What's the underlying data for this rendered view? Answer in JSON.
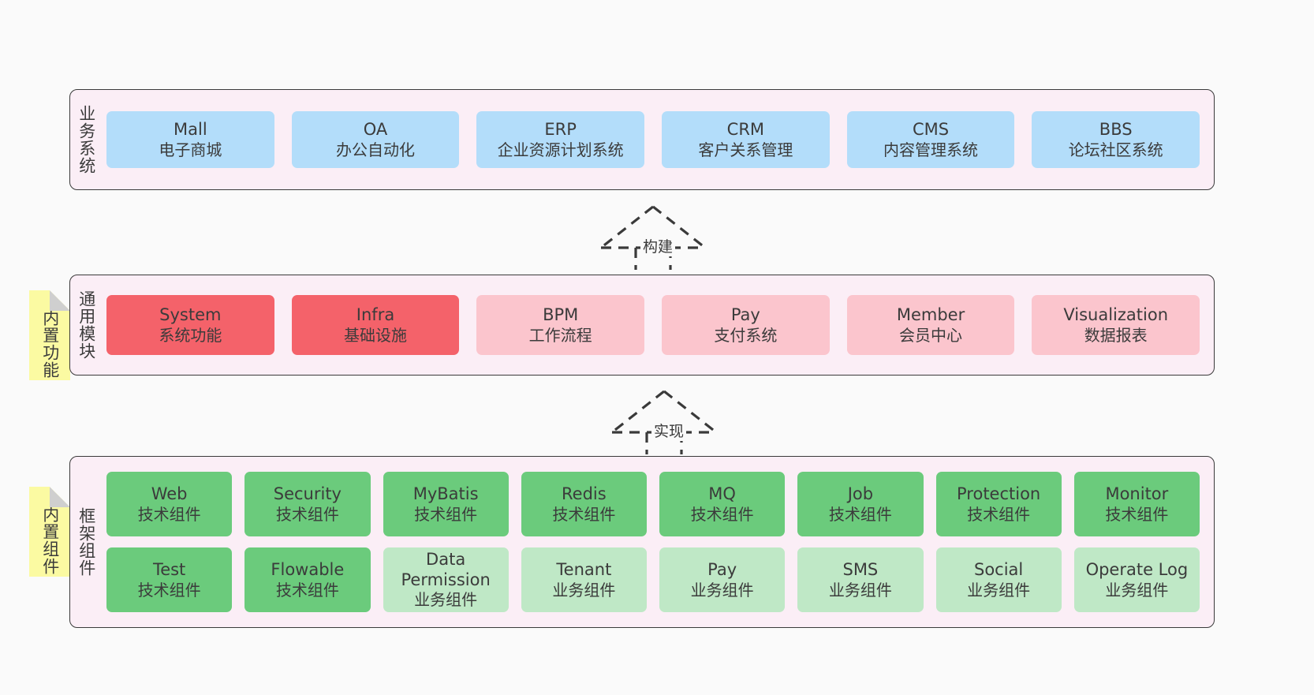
{
  "diagram": {
    "background": "#fafafa",
    "layers": [
      {
        "id": "business",
        "title": "业务系统",
        "rows": [
          {
            "cards": [
              {
                "en": "Mall",
                "cn": "电子商城",
                "color": "#b3ddfa"
              },
              {
                "en": "OA",
                "cn": "办公自动化",
                "color": "#b3ddfa"
              },
              {
                "en": "ERP",
                "cn": "企业资源计划系统",
                "color": "#b3ddfa"
              },
              {
                "en": "CRM",
                "cn": "客户关系管理",
                "color": "#b3ddfa"
              },
              {
                "en": "CMS",
                "cn": "内容管理系统",
                "color": "#b3ddfa"
              },
              {
                "en": "BBS",
                "cn": "论坛社区系统",
                "color": "#b3ddfa"
              }
            ]
          }
        ]
      },
      {
        "id": "common",
        "title": "通用模块",
        "note": "内置功能",
        "rows": [
          {
            "cards": [
              {
                "en": "System",
                "cn": "系统功能",
                "color": "#f4626a"
              },
              {
                "en": "Infra",
                "cn": "基础设施",
                "color": "#f4626a"
              },
              {
                "en": "BPM",
                "cn": "工作流程",
                "color": "#fbc5cd"
              },
              {
                "en": "Pay",
                "cn": "支付系统",
                "color": "#fbc5cd"
              },
              {
                "en": "Member",
                "cn": "会员中心",
                "color": "#fbc5cd"
              },
              {
                "en": "Visualization",
                "cn": "数据报表",
                "color": "#fbc5cd"
              }
            ]
          }
        ]
      },
      {
        "id": "framework",
        "title": "框架组件",
        "note": "内置组件",
        "rows": [
          {
            "cards": [
              {
                "en": "Web",
                "cn": "技术组件",
                "color": "#6bcb7c"
              },
              {
                "en": "Security",
                "cn": "技术组件",
                "color": "#6bcb7c"
              },
              {
                "en": "MyBatis",
                "cn": "技术组件",
                "color": "#6bcb7c"
              },
              {
                "en": "Redis",
                "cn": "技术组件",
                "color": "#6bcb7c"
              },
              {
                "en": "MQ",
                "cn": "技术组件",
                "color": "#6bcb7c"
              },
              {
                "en": "Job",
                "cn": "技术组件",
                "color": "#6bcb7c"
              },
              {
                "en": "Protection",
                "cn": "技术组件",
                "color": "#6bcb7c"
              },
              {
                "en": "Monitor",
                "cn": "技术组件",
                "color": "#6bcb7c"
              }
            ]
          },
          {
            "cards": [
              {
                "en": "Test",
                "cn": "技术组件",
                "color": "#6bcb7c"
              },
              {
                "en": "Flowable",
                "cn": "技术组件",
                "color": "#6bcb7c"
              },
              {
                "en": "Data Permission",
                "cn": "业务组件",
                "color": "#bfe8c6",
                "wrap": true
              },
              {
                "en": "Tenant",
                "cn": "业务组件",
                "color": "#bfe8c6"
              },
              {
                "en": "Pay",
                "cn": "业务组件",
                "color": "#bfe8c6"
              },
              {
                "en": "SMS",
                "cn": "业务组件",
                "color": "#bfe8c6"
              },
              {
                "en": "Social",
                "cn": "业务组件",
                "color": "#bfe8c6"
              },
              {
                "en": "Operate Log",
                "cn": "业务组件",
                "color": "#bfe8c6"
              }
            ]
          }
        ]
      }
    ],
    "connectors": [
      {
        "id": "build",
        "label": "构建"
      },
      {
        "id": "implement",
        "label": "实现"
      }
    ]
  }
}
